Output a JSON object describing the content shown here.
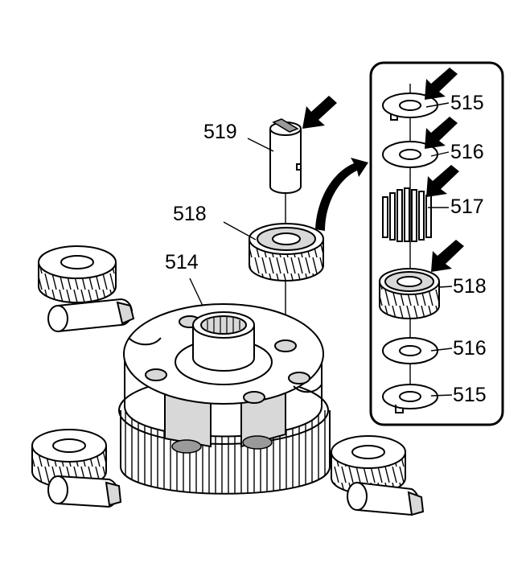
{
  "callouts": {
    "carrier": "514",
    "washer_top": "515",
    "washer_upper": "516",
    "needle_bearings": "517",
    "pinion_gear_detail": "518",
    "washer_lower": "516",
    "washer_bottom": "515",
    "pinion_gear_main": "518",
    "pinion_pin": "519"
  },
  "icons": {
    "indicator": "arrow-icon",
    "curved_pointer": "curved-arrow-icon"
  }
}
